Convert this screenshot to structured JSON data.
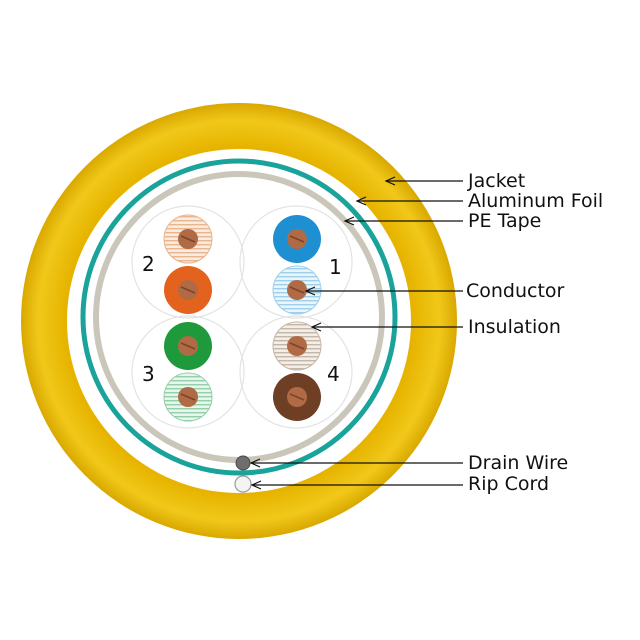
{
  "labels": {
    "jacket": "Jacket",
    "aluminum_foil": "Aluminum Foil",
    "pe_tape": "PE Tape",
    "conductor": "Conductor",
    "insulation": "Insulation",
    "drain_wire": "Drain Wire",
    "rip_cord": "Rip Cord"
  },
  "pairs": [
    {
      "number": "1",
      "wires": [
        "blue",
        "white-blue"
      ]
    },
    {
      "number": "2",
      "wires": [
        "white-orange",
        "orange"
      ]
    },
    {
      "number": "3",
      "wires": [
        "green",
        "white-green"
      ]
    },
    {
      "number": "4",
      "wires": [
        "white-brown",
        "brown"
      ]
    }
  ],
  "colors": {
    "jacket": "#e9b800",
    "aluminum_foil": "#1aa39a",
    "pe_tape": "#c8c3b6",
    "copper": "#b06a45",
    "blue": "#1e8fd0",
    "orange": "#e3621e",
    "green": "#1e9a3c",
    "brown": "#6e3f24"
  }
}
